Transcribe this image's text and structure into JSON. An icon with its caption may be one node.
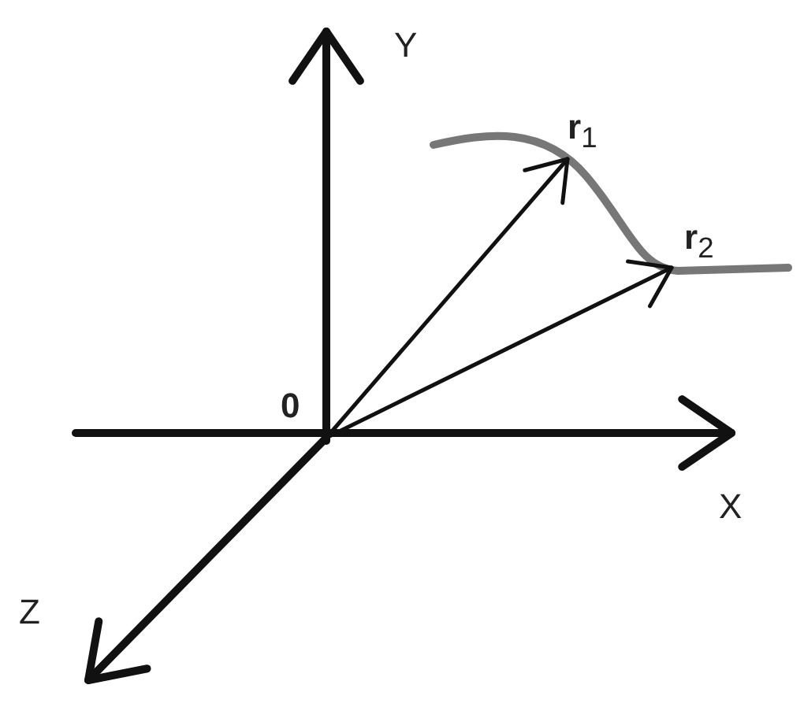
{
  "diagram": {
    "labels": [
      "Y",
      "**r**$_{1}$",
      "**r**$_{2}$",
      "0",
      "X",
      "Z"
    ]
  }
}
